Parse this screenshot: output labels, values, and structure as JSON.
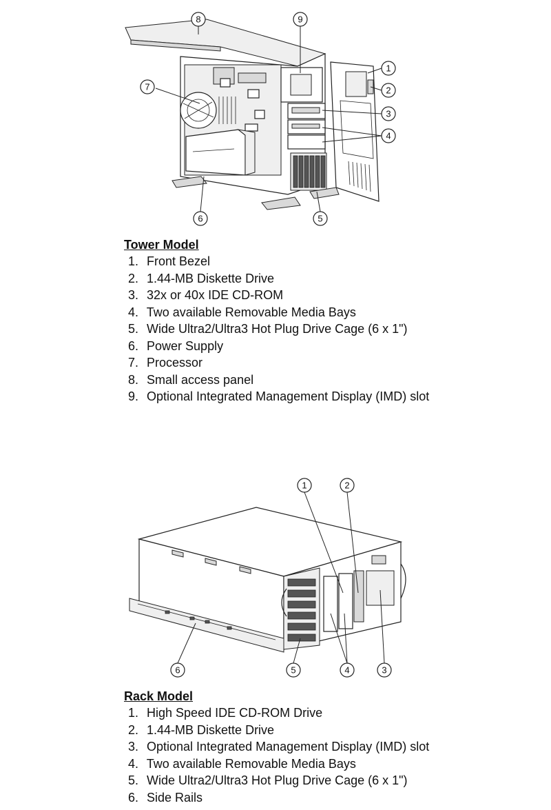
{
  "tower": {
    "title": "Tower Model",
    "callouts": [
      "1",
      "2",
      "3",
      "4",
      "5",
      "6",
      "7",
      "8",
      "9"
    ],
    "items": [
      {
        "num": "1.",
        "text": "Front Bezel"
      },
      {
        "num": "2.",
        "text": "1.44-MB Diskette Drive"
      },
      {
        "num": "3.",
        "text": "32x or 40x IDE CD-ROM"
      },
      {
        "num": "4.",
        "text": "Two available Removable Media Bays"
      },
      {
        "num": "5.",
        "text": "Wide Ultra2/Ultra3 Hot Plug Drive Cage (6 x 1\")"
      },
      {
        "num": "6.",
        "text": "Power Supply"
      },
      {
        "num": "7.",
        "text": "Processor"
      },
      {
        "num": "8.",
        "text": "Small access panel"
      },
      {
        "num": "9.",
        "text": "Optional Integrated Management Display (IMD) slot"
      }
    ]
  },
  "rack": {
    "title": "Rack Model",
    "callouts": [
      "1",
      "2",
      "3",
      "4",
      "5",
      "6"
    ],
    "items": [
      {
        "num": "1.",
        "text": "High Speed IDE CD-ROM Drive"
      },
      {
        "num": "2.",
        "text": "1.44-MB Diskette Drive"
      },
      {
        "num": "3.",
        "text": "Optional Integrated Management Display (IMD) slot"
      },
      {
        "num": "4.",
        "text": "Two available Removable Media Bays"
      },
      {
        "num": "5.",
        "text": "Wide Ultra2/Ultra3 Hot Plug Drive Cage (6 x 1\")"
      },
      {
        "num": "6.",
        "text": "Side Rails"
      }
    ]
  }
}
